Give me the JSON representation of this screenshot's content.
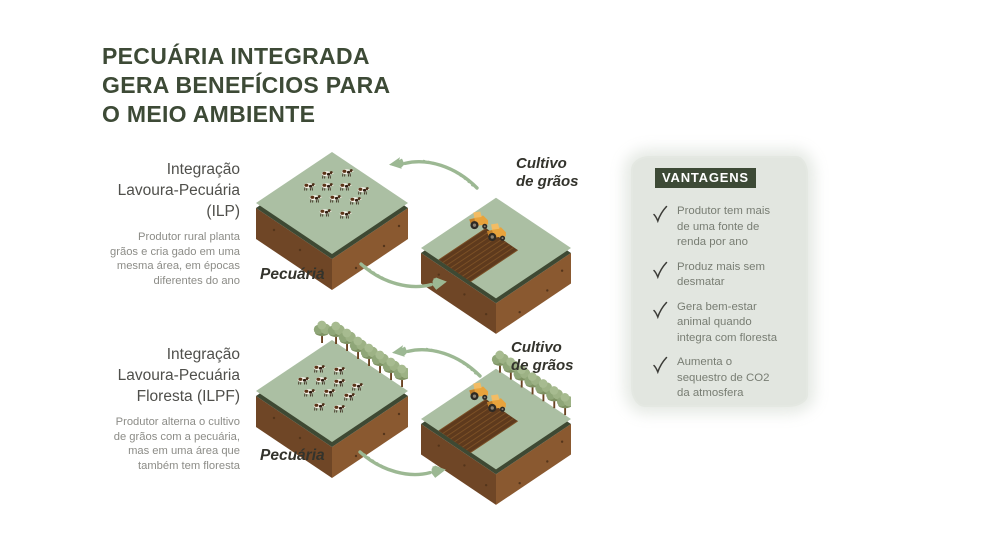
{
  "title": {
    "lines": [
      "PECUÁRIA INTEGRADA",
      "GERA BENEFÍCIOS PARA",
      "O MEIO AMBIENTE"
    ]
  },
  "sections": [
    {
      "id": "ILP",
      "heading_lines": [
        "Integração",
        "Lavoura-Pecuária",
        "(ILP)"
      ],
      "desc_lines": [
        "Produtor rural planta",
        "grãos e cria gado em uma",
        "mesma área, em épocas",
        "diferentes do ano"
      ]
    },
    {
      "id": "ILPF",
      "heading_lines": [
        "Integração",
        "Lavoura-Pecuária",
        "Floresta (ILPF)"
      ],
      "desc_lines": [
        "Produtor alterna o cultivo",
        "de grãos com a pecuária,",
        "mas em uma área que",
        "também tem floresta"
      ]
    }
  ],
  "labels": {
    "pasture": "Pecuária",
    "crop_line1": "Cultivo",
    "crop_line2": "de grãos"
  },
  "vantagens": {
    "header": "VANTAGENS",
    "items": [
      {
        "lines": [
          "Produtor tem mais",
          "de uma fonte de",
          "renda por ano"
        ]
      },
      {
        "lines": [
          "Produz mais sem",
          "desmatar"
        ]
      },
      {
        "lines": [
          "Gera bem-estar",
          "animal quando",
          "integra com floresta"
        ]
      },
      {
        "lines": [
          "Aumenta o",
          "sequestro de CO2",
          "da atmosfera"
        ]
      }
    ]
  },
  "icons": {
    "check_icon": "✓",
    "cycle_arrow_left_icon": "←",
    "cycle_arrow_right_icon": "→"
  },
  "colors": {
    "title_green": "#3d4a36",
    "field_green": "#abbfa3",
    "field_rim": "#3e4933",
    "soil_dark": "#6f4626",
    "soil_light": "#8a5930",
    "arrow_green": "#9cb893",
    "panel_bg": "#e2e6e0",
    "header_bg": "#3d4a36",
    "header_text": "#ffffff",
    "check_color": "#3c3c38",
    "body_text": "#787d73",
    "tractor_orange": "#e8a33c"
  }
}
